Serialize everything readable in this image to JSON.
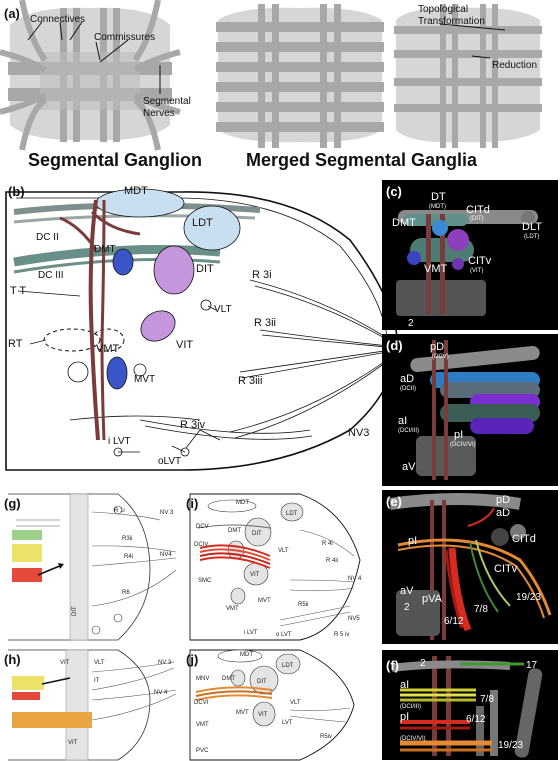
{
  "panels": {
    "a": {
      "letter": "(a)",
      "connectives": "Connectives",
      "commissures": "Commissures",
      "segmental_nerves_1": "Segmental",
      "segmental_nerves_2": "Nerves",
      "topological_1": "Topological",
      "topological_2": "Transformation",
      "reduction": "Reduction",
      "caption_left": "Segmental Ganglion",
      "caption_right": "Merged Segmental Ganglia"
    },
    "b": {
      "letter": "(b)",
      "labels": {
        "MDT": "MDT",
        "LDT": "LDT",
        "DCII": "DC II",
        "DMT": "DMT",
        "DIT": "DIT",
        "DCIII": "DC III",
        "TT": "T T",
        "VLT": "VLT",
        "RT": "RT",
        "VMT": "VMT",
        "VIT": "VIT",
        "MVT": "MVT",
        "R3i": "R 3i",
        "R3ii": "R 3ii",
        "R3iii": "R 3iii",
        "R3iv": "R 3iv",
        "iLVT": "i LVT",
        "oLVT": "oLVT",
        "NV3": "NV3"
      }
    },
    "c": {
      "letter": "(c)",
      "DT": "DT",
      "DT_sub": "(MDT)",
      "DMT": "DMT",
      "CITd": "CITd",
      "CITd_sub": "(DIT)",
      "DLT": "DLT",
      "DLT_sub": "(LDT)",
      "VMT": "VMT",
      "CITv": "CITv",
      "CITv_sub": "(VIT)",
      "num": "2"
    },
    "d": {
      "letter": "(d)",
      "pD": "pD",
      "pD_sub": "(DCV)",
      "aD": "aD",
      "aD_sub": "(DCII)",
      "aI": "aI",
      "aI_sub": "(DCI/III)",
      "pI": "pI",
      "pI_sub": "(DCIV/VI)",
      "aV": "aV"
    },
    "e": {
      "letter": "(e)",
      "pD": "pD",
      "aD": "aD",
      "pI": "pI",
      "CITd": "CITd",
      "CITv": "CITv",
      "aV": "aV",
      "num2": "2",
      "pVA": "pVA",
      "n78": "7/8",
      "n612": "6/12",
      "n1923": "19/23"
    },
    "f": {
      "letter": "(f)",
      "num2": "2",
      "num17": "17",
      "aI": "aI",
      "aI_sub": "(DCI/III)",
      "n78": "7/8",
      "pI": "pI",
      "pI_sub": "(DCIV/VI)",
      "n612": "6/12",
      "n1923": "19/23"
    },
    "g": {
      "letter": "(g)",
      "labels": {
        "R1": "R 1i",
        "NV3": "NV 3",
        "R3ii": "R3ii",
        "R4i": "R4i",
        "NV4": "NV4",
        "R6": "R6",
        "DIT": "DIT"
      }
    },
    "h": {
      "letter": "(h)",
      "labels": {
        "VIT": "VIT",
        "VLT": "VLT",
        "IT": "IT",
        "NV3": "NV 3",
        "NV4": "NV 4",
        "VIT2": "VIT"
      }
    },
    "i": {
      "letter": "(i)",
      "labels": {
        "MDT": "MDT",
        "LDT": "LDT",
        "DCV": "DCV",
        "DMT": "DMT",
        "DIT": "DIT",
        "DCIV": "DCIV",
        "VLT": "VLT",
        "SMC": "SMC",
        "MVT": "MVT",
        "VMT": "VMT",
        "VIT": "VIT",
        "R4i": "R 4i",
        "R4ii": "R 4ii",
        "NV4": "NV 4",
        "R5ii": "R5ii",
        "NV5": "NV5",
        "R5iv": "R 5 iv",
        "iLVT": "i LVT",
        "oLVT": "o LVT"
      }
    },
    "j": {
      "letter": "(j)",
      "labels": {
        "MDT": "MDT",
        "LDT": "LDT",
        "MNV": "MNV",
        "DMT": "DMT",
        "DIT": "DIT",
        "DCVI": "DCVI",
        "VMT": "VMT",
        "MVT": "MVT",
        "VIT": "VIT",
        "VLT": "VLT",
        "LVT": "LVT",
        "R5iv": "R5iv",
        "PVC": "PVC"
      }
    }
  },
  "colors": {
    "ganglion_light": "#d6d6d6",
    "ganglion_tract": "#a8a8a8",
    "panel_3d_bg": "#000000",
    "tract_blue": "#3a55c8",
    "tract_lightblue": "#c9dff0",
    "tract_violet": "#c596dc",
    "tract_green": "#4e7c73",
    "tract_brown": "#7a3b3b",
    "fiber_red": "#d62c20",
    "fiber_yellow": "#e8e04a",
    "fiber_orange": "#e48a34",
    "fiber_green": "#3f9a2e"
  }
}
